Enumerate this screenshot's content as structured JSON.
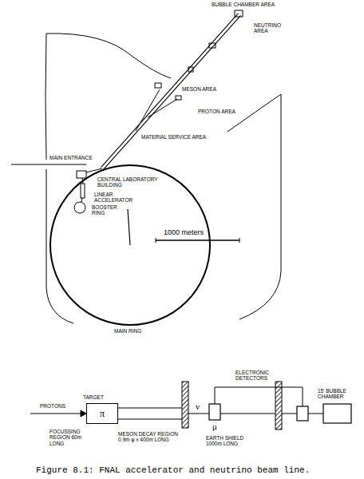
{
  "diagram": {
    "caption": "Figure 8.1: FNAL accelerator and neutrino beam line.",
    "nodes": [
      {
        "text": [
          "π"
        ]
      }
    ],
    "labels": [
      "BUBBLE CHAMBER AREA",
      "NEUTRINO AREA",
      "MESON AREA",
      "PROTON AREA",
      "MATERIAL SERVICE AREA",
      "MAIN ENTRANCE",
      "CENTRAL LABORATORY BUILDING",
      "LINEAR ACCELERATOR",
      "BOOSTER RING",
      "1000 meters",
      "MAIN RING",
      "PROTONS",
      "TARGET",
      "ν",
      "μ",
      "FOCUSSING REGION 60m LONG",
      "MESON DECAY REGION 0.9m φ x 400m LONG",
      "EARTH SHIELD 1000m LONG",
      "ELECTRONIC DETECTORS",
      "15' BUBBLE CHAMBER"
    ]
  }
}
